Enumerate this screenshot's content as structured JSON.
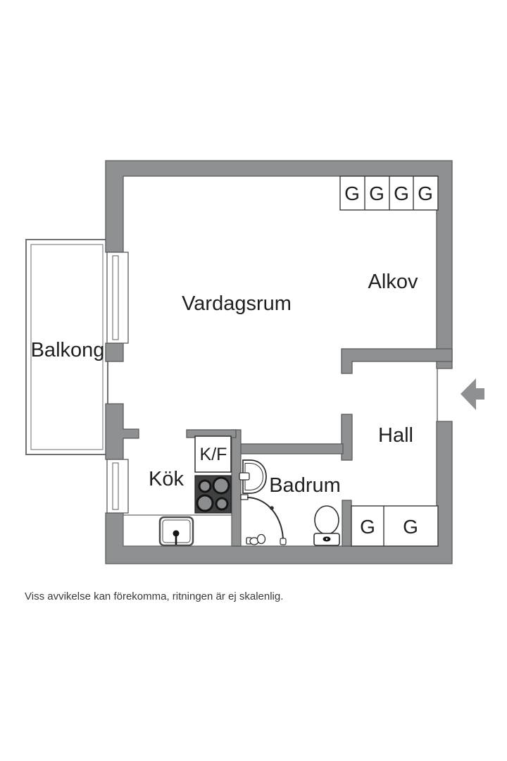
{
  "floorplan": {
    "rooms": {
      "living_room": "Vardagsrum",
      "alcove": "Alkov",
      "balcony": "Balkong",
      "hall": "Hall",
      "kitchen": "Kök",
      "bathroom": "Badrum"
    },
    "wardrobe_label": "G",
    "wardrobes_top_count": 4,
    "wardrobes_bottom_count": 2,
    "fridge_freezer_label": "K/F",
    "fixtures": [
      "stove",
      "kitchen-sink",
      "bathroom-sink",
      "shower",
      "toilet",
      "window",
      "window",
      "entrance-arrow"
    ]
  },
  "footer": {
    "disclaimer": "Viss avvikelse kan förekomma, ritningen är ej skalenlig."
  },
  "colors": {
    "wall": "#8e9092",
    "wall_outline": "#595b5d",
    "stove": "#3f4041",
    "burner": "#8a8c8e",
    "text": "#1f1f1f"
  }
}
